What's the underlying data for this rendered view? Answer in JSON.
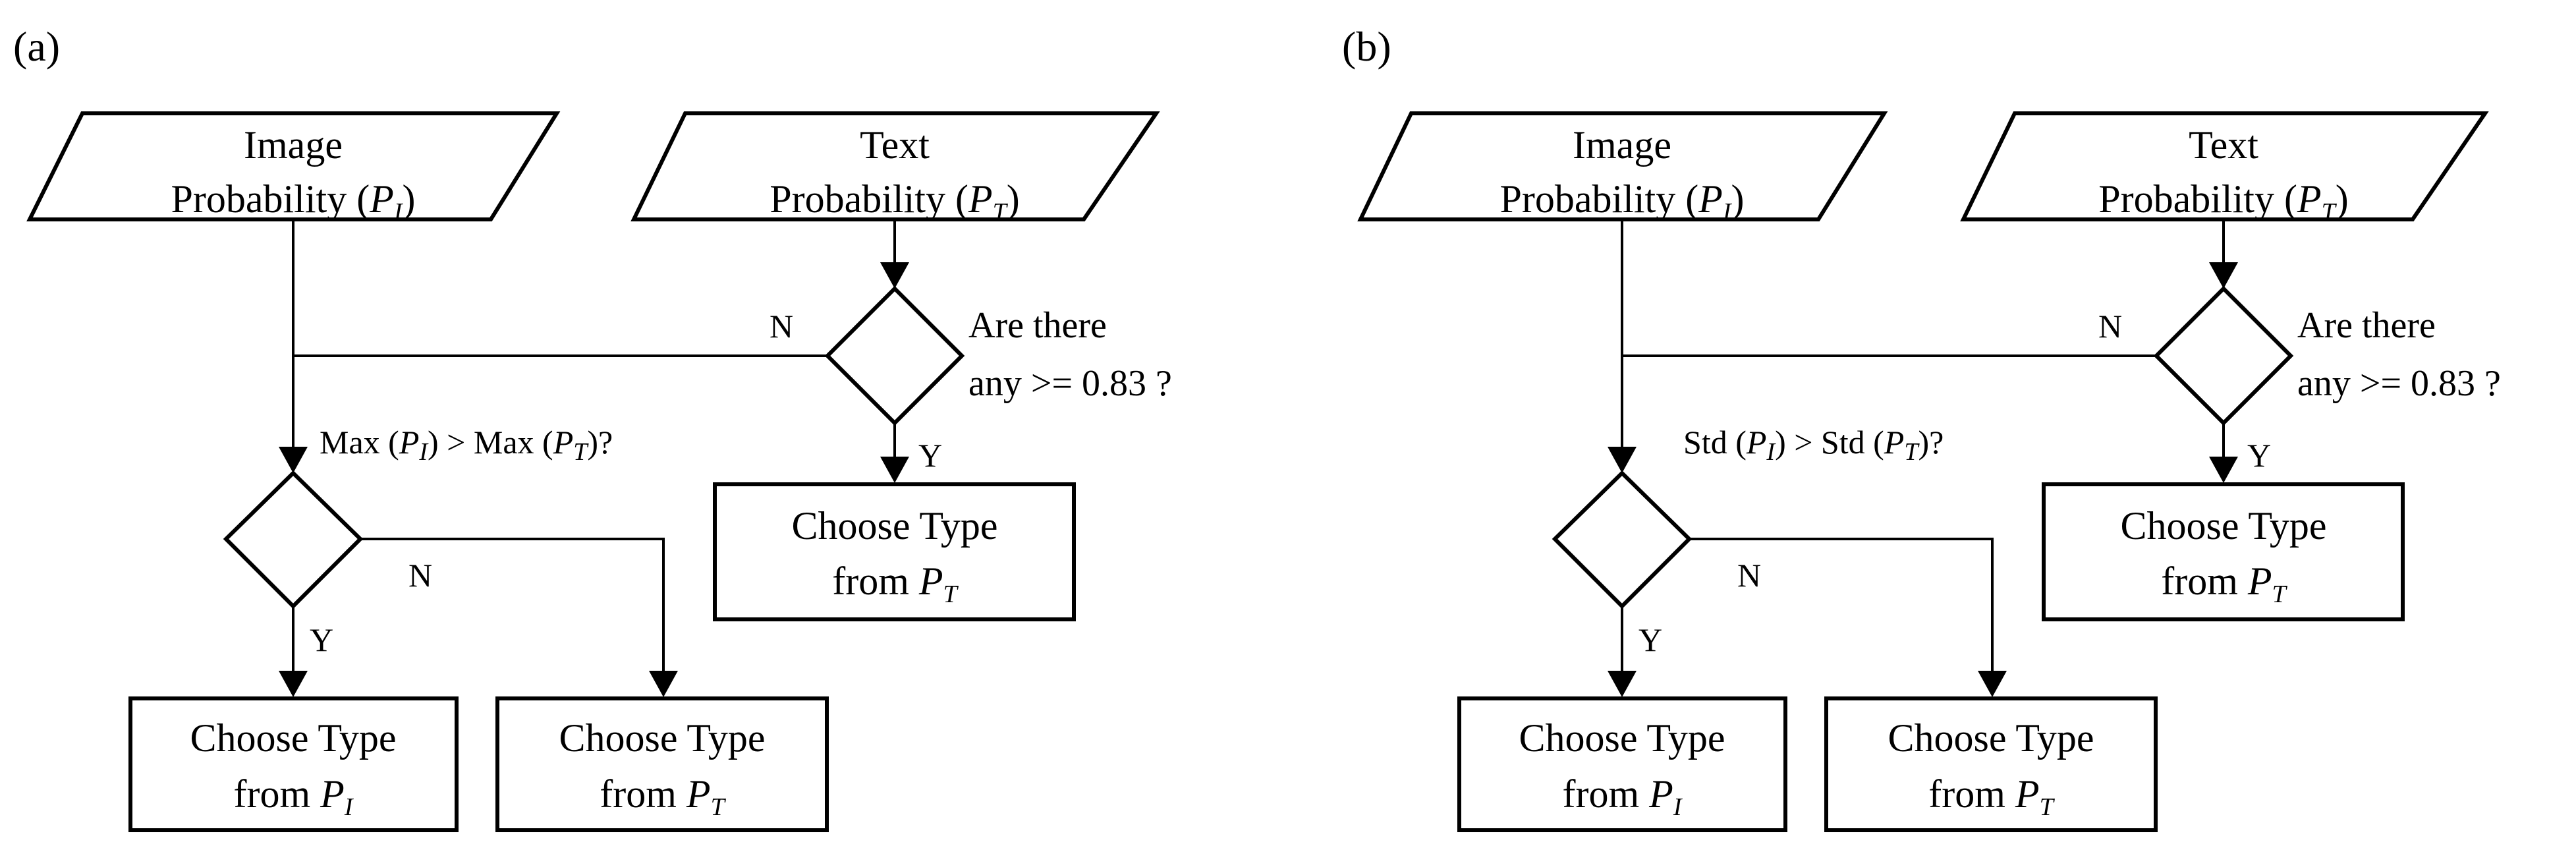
{
  "panels": [
    {
      "id": "a",
      "label": "(a)",
      "image_input": {
        "line1": "Image",
        "line2_prefix": "Probability (",
        "var": "P",
        "sub": "I",
        "suffix": ")"
      },
      "text_input": {
        "line1": "Text",
        "line2_prefix": "Probability (",
        "var": "P",
        "sub": "T",
        "suffix": ")"
      },
      "threshold_question": {
        "line1": "Are there",
        "line2": "any >= 0.83 ?"
      },
      "compare_question": {
        "fn": "Max",
        "left_var": "P",
        "left_sub": "I",
        "op": ">",
        "right_var": "P",
        "right_sub": "T",
        "end": "?"
      },
      "yes_label": "Y",
      "no_label": "N",
      "box_text_top": {
        "line1": "Choose Type",
        "line2_prefix": "from ",
        "var": "P",
        "sub": "T"
      },
      "box_left": {
        "line1": "Choose Type",
        "line2_prefix": "from ",
        "var": "P",
        "sub": "I"
      },
      "box_right": {
        "line1": "Choose Type",
        "line2_prefix": "from ",
        "var": "P",
        "sub": "T"
      }
    },
    {
      "id": "b",
      "label": "(b)",
      "image_input": {
        "line1": "Image",
        "line2_prefix": "Probability (",
        "var": "P",
        "sub": "I",
        "suffix": ")"
      },
      "text_input": {
        "line1": "Text",
        "line2_prefix": "Probability (",
        "var": "P",
        "sub": "T",
        "suffix": ")"
      },
      "threshold_question": {
        "line1": "Are there",
        "line2": "any >= 0.83 ?"
      },
      "compare_question": {
        "fn": "Std",
        "left_var": "P",
        "left_sub": "I",
        "op": ">",
        "right_var": "P",
        "right_sub": "T",
        "end": "?"
      },
      "yes_label": "Y",
      "no_label": "N",
      "box_text_top": {
        "line1": "Choose Type",
        "line2_prefix": "from ",
        "var": "P",
        "sub": "T"
      },
      "box_left": {
        "line1": "Choose Type",
        "line2_prefix": "from ",
        "var": "P",
        "sub": "I"
      },
      "box_right": {
        "line1": "Choose Type",
        "line2_prefix": "from ",
        "var": "P",
        "sub": "T"
      }
    }
  ]
}
